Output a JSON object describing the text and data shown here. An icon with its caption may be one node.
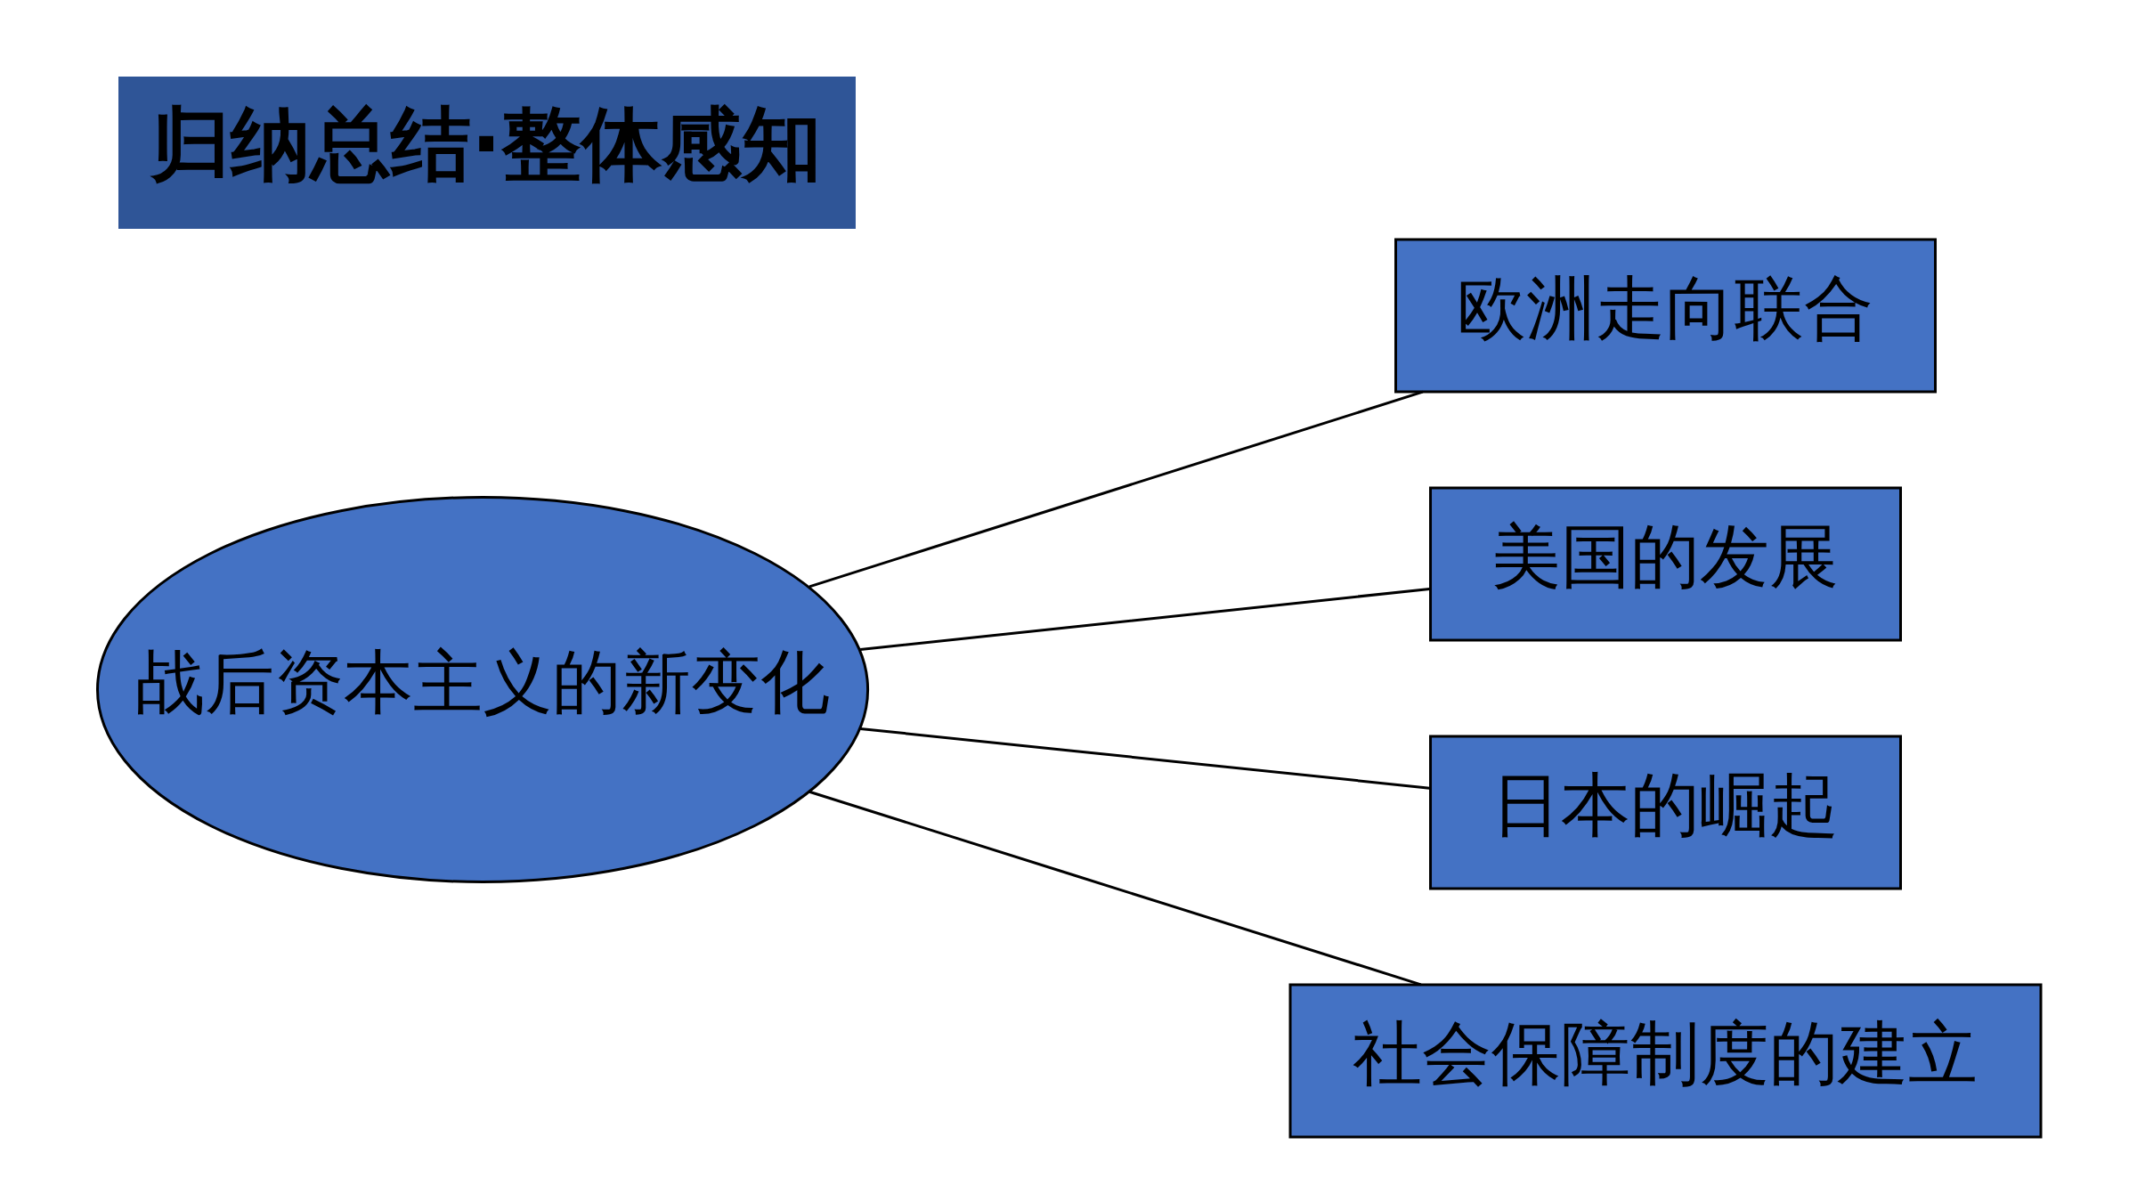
{
  "diagram": {
    "title": "归纳总结·整体感知",
    "nodes": [
      {
        "text": [
          "战后资本主义的新变化"
        ]
      },
      {
        "text": [
          "欧洲走向联合"
        ]
      },
      {
        "text": [
          "美国的发展"
        ]
      },
      {
        "text": [
          "日本的崛起"
        ]
      },
      {
        "text": [
          "社会保障制度的建立"
        ]
      }
    ],
    "edges": [
      {
        "from": 0,
        "to": 1,
        "arrow": "none"
      },
      {
        "from": 0,
        "to": 2,
        "arrow": "none"
      },
      {
        "from": 0,
        "to": 3,
        "arrow": "none"
      },
      {
        "from": 0,
        "to": 4,
        "arrow": "none"
      }
    ]
  }
}
